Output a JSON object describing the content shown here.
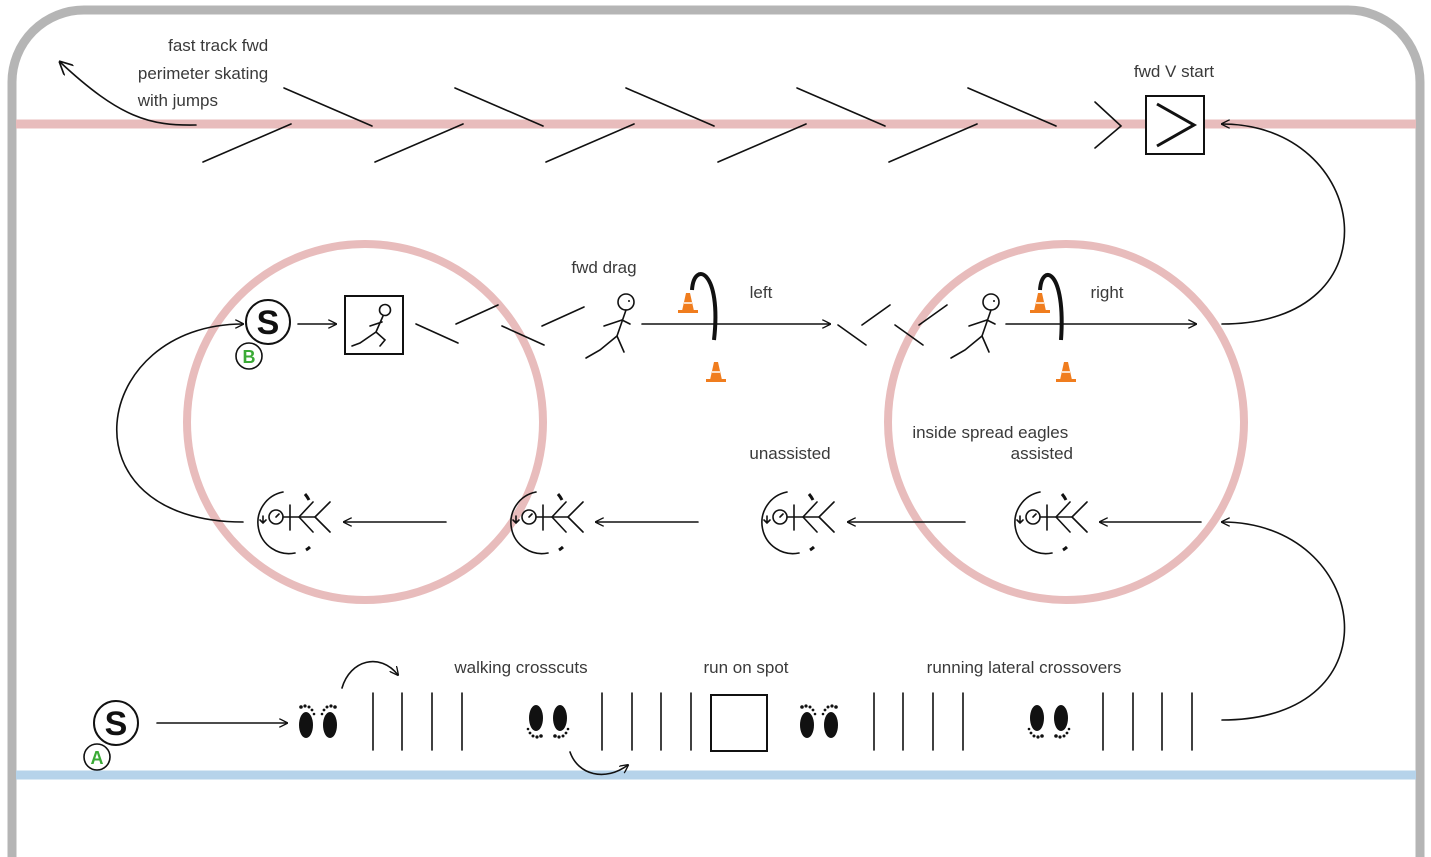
{
  "labels": {
    "perimeter": [
      "fast track fwd",
      "perimeter skating",
      "with jumps"
    ],
    "v_start": "fwd V start",
    "fwd_drag": "fwd drag",
    "left": "left",
    "right": "right",
    "unassisted": "unassisted",
    "spread_eagles": [
      "inside spread eagles",
      "assisted"
    ],
    "walking_crosscuts": "walking crosscuts",
    "run_on_spot": "run on spot",
    "running_lateral": "running lateral crossovers"
  },
  "stations": {
    "start_a": {
      "letter": "S",
      "badge": "A"
    },
    "start_b": {
      "letter": "S",
      "badge": "B"
    }
  },
  "colors": {
    "board": "#b5b5b5",
    "red_line": "#e8bcbc",
    "blue_line": "#b6d3ea",
    "circle": "#e8bcbc",
    "badge_green": "#3aaa35",
    "cone_orange": "#f07d1e",
    "ink": "#111111"
  },
  "icons": [
    "skater-icon",
    "cone-icon",
    "footprints-icon",
    "spread-eagle-icon",
    "arrow-icon"
  ]
}
